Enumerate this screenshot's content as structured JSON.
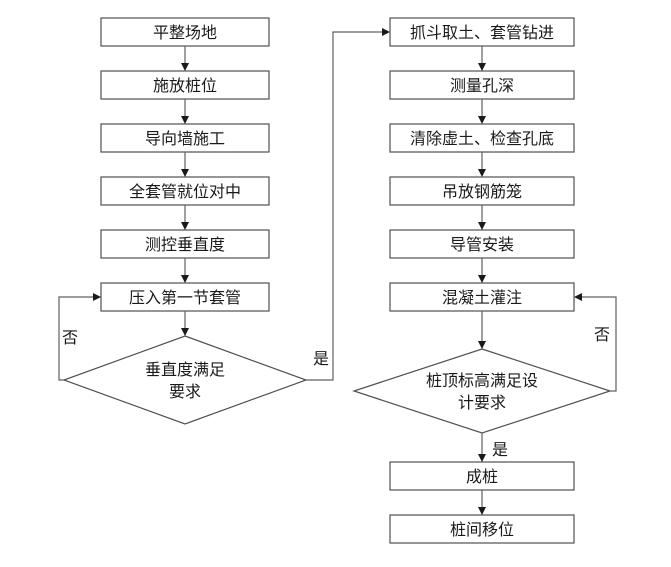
{
  "left_column": {
    "steps": [
      "平整场地",
      "施放桩位",
      "导向墙施工",
      "全套管就位对中",
      "测控垂直度",
      "压入第一节套管"
    ],
    "decision": [
      "垂直度满足",
      "要求"
    ]
  },
  "right_column": {
    "steps": [
      "抓斗取土、套管钻进",
      "测量孔深",
      "清除虚土、检查孔底",
      "吊放钢筋笼",
      "导管安装",
      "混凝土灌注"
    ],
    "decision": [
      "桩顶标高满足设",
      "计要求"
    ],
    "final_steps": [
      "成桩",
      "桩间移位"
    ]
  },
  "edge_labels": {
    "left_no": "否",
    "left_yes": "是",
    "right_no": "否",
    "right_yes": "是"
  }
}
